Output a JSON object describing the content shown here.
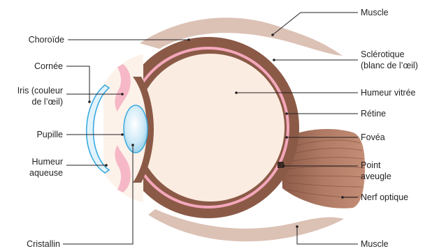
{
  "labels": {
    "muscle_top": "Muscle",
    "choroide": "Choroïde",
    "sclerotique_1": "Sclérotique",
    "sclerotique_2": "(blanc de l’œil)",
    "cornee": "Cornée",
    "humeur_vitree": "Humeur vitrée",
    "iris_1": "Iris (couleur",
    "iris_2": "de l’œil)",
    "retine": "Rétine",
    "pupille": "Pupille",
    "fovea": "Fovéa",
    "humeur_aqueuse_1": "Humeur",
    "humeur_aqueuse_2": "aqueuse",
    "point_aveugle_1": "Point",
    "point_aveugle_2": "aveugle",
    "nerf_optique": "Nerf optique",
    "cristallin": "Cristallin",
    "muscle_bottom": "Muscle"
  },
  "colors": {
    "muscle": "#dcc1b5",
    "sclera": "#8b5a47",
    "choroid": "#f4a7bb",
    "vitreous": "#fbece1",
    "iris": "#f6b8c6",
    "cornea": "#3aaadf",
    "lens": "#a9dbf0",
    "nerve": "#a36b55",
    "blind_spot": "#3a2a24",
    "text": "#231f20"
  }
}
